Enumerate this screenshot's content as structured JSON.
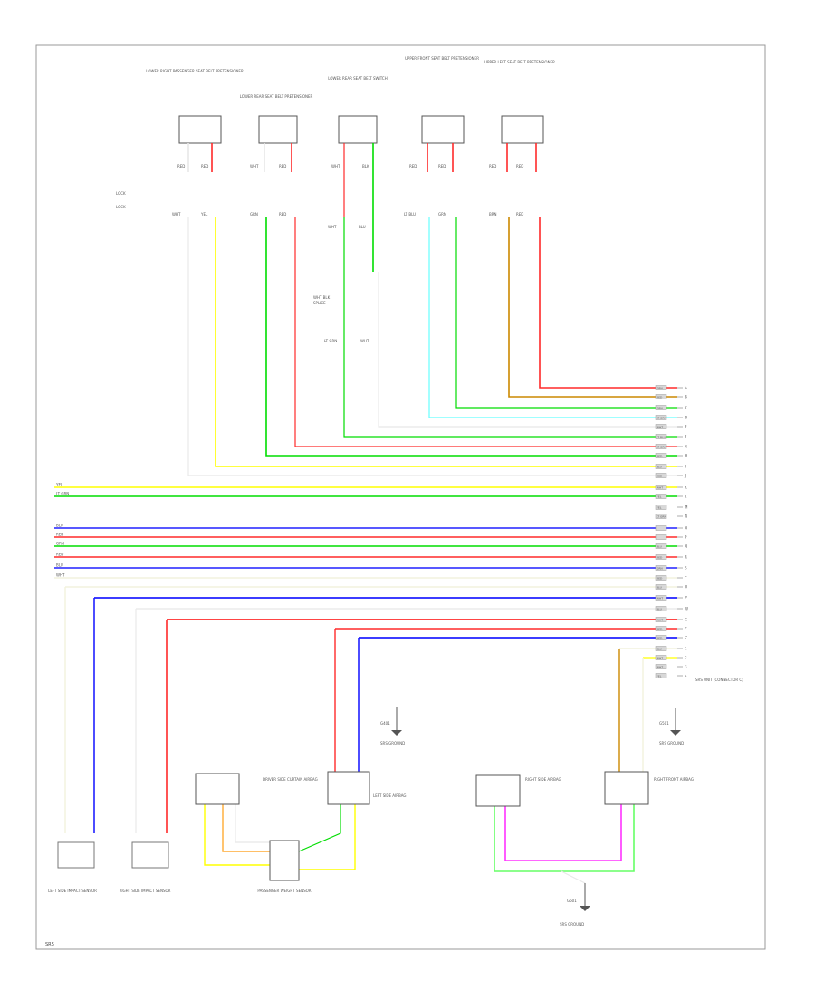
{
  "top_components": [
    {
      "label": "LOWER RIGHT PASSENGER SEAT BELT PRETENSIONER"
    },
    {
      "label": "LOWER REAR SEAT BELT PRETENSIONER"
    },
    {
      "label": "LOWER REAR SEAT BELT SWITCH"
    },
    {
      "label": "UPPER FRONT SEAT BELT PRETENSIONER"
    },
    {
      "label": "UPPER LEFT SEAT BELT PRETENSIONER"
    }
  ],
  "wire_labels": {
    "top1": [
      "RED",
      "RED",
      "WHT",
      "YEL"
    ],
    "top2": [
      "WHT",
      "RED",
      "GRN",
      "RED"
    ],
    "top3": [
      "WHT",
      "BLK",
      "WHT",
      "BLU"
    ],
    "top4": [
      "RED",
      "RED",
      "LT BLU",
      "GRN"
    ],
    "top5": [
      "RED",
      "RED",
      "BRN",
      "RED"
    ],
    "splice_note": "WHT BLK",
    "splice_label": "SPLICE",
    "mid3": [
      "LT GRN",
      "WHT"
    ]
  },
  "side_marks": [
    "LOCK",
    "LOCK"
  ],
  "connector_labels": [
    "GRN",
    "RED",
    "GRN",
    "LT GRN",
    "WHT",
    "LT BLU",
    "LT GRN",
    "RED",
    "BLU",
    "RED",
    "WHT",
    "YEL",
    "YEL",
    "LT GRN",
    "",
    "",
    "BLU",
    "RED",
    "GRN",
    "RED",
    "BLU",
    "WHT",
    "BLU",
    "WHT",
    "RED",
    "RED",
    "BLU",
    "WHT",
    "WHT",
    "YEL"
  ],
  "connector_pins": [
    "A",
    "B",
    "C",
    "D",
    "E",
    "F",
    "G",
    "H",
    "I",
    "J",
    "K",
    "L",
    "M",
    "N",
    "O",
    "P",
    "Q",
    "R",
    "S",
    "T",
    "U",
    "V",
    "W",
    "X",
    "Y",
    "Z",
    "1",
    "2",
    "3",
    "4"
  ],
  "left_bus_labels": [
    "YEL",
    "LT GRN",
    "",
    "BLU",
    "RED",
    "GRN",
    "RED",
    "BLU",
    "WHT"
  ],
  "connector_title": "SRS UNIT (CONNECTOR C)",
  "bottom_labels": {
    "left_door_sensor": "LEFT SIDE IMPACT SENSOR",
    "right_door_sensor": "RIGHT SIDE IMPACT SENSOR",
    "driver_airbag": "DRIVER SIDE CURTAIN AIRBAG",
    "occupant_sensor": "PASSENGER WEIGHT SENSOR",
    "left_curtain": "LEFT SIDE AIRBAG",
    "right_curtain": "RIGHT SIDE AIRBAG",
    "right_front": "RIGHT FRONT AIRBAG",
    "ground_a": "G401",
    "ground_b": "G501",
    "ground_c": "G601",
    "ground_note_a": "SRS GROUND",
    "ground_note_b": "SRS GROUND",
    "ground_note_c": "SRS GROUND",
    "footer": "SRS"
  },
  "colors": {
    "RED": "#ff2a2a",
    "YEL": "#ffff00",
    "GRN": "#00dd00",
    "LTGRN": "#66ff66",
    "BLU": "#2020ff",
    "LTBLU": "#66ffff",
    "BRN": "#cc8800",
    "WHT": "#e8e8e8",
    "PNK": "#ff33ff",
    "ORN": "#ffaa33",
    "BLK": "#222222",
    "LTWHT": "#f2f2dd"
  }
}
